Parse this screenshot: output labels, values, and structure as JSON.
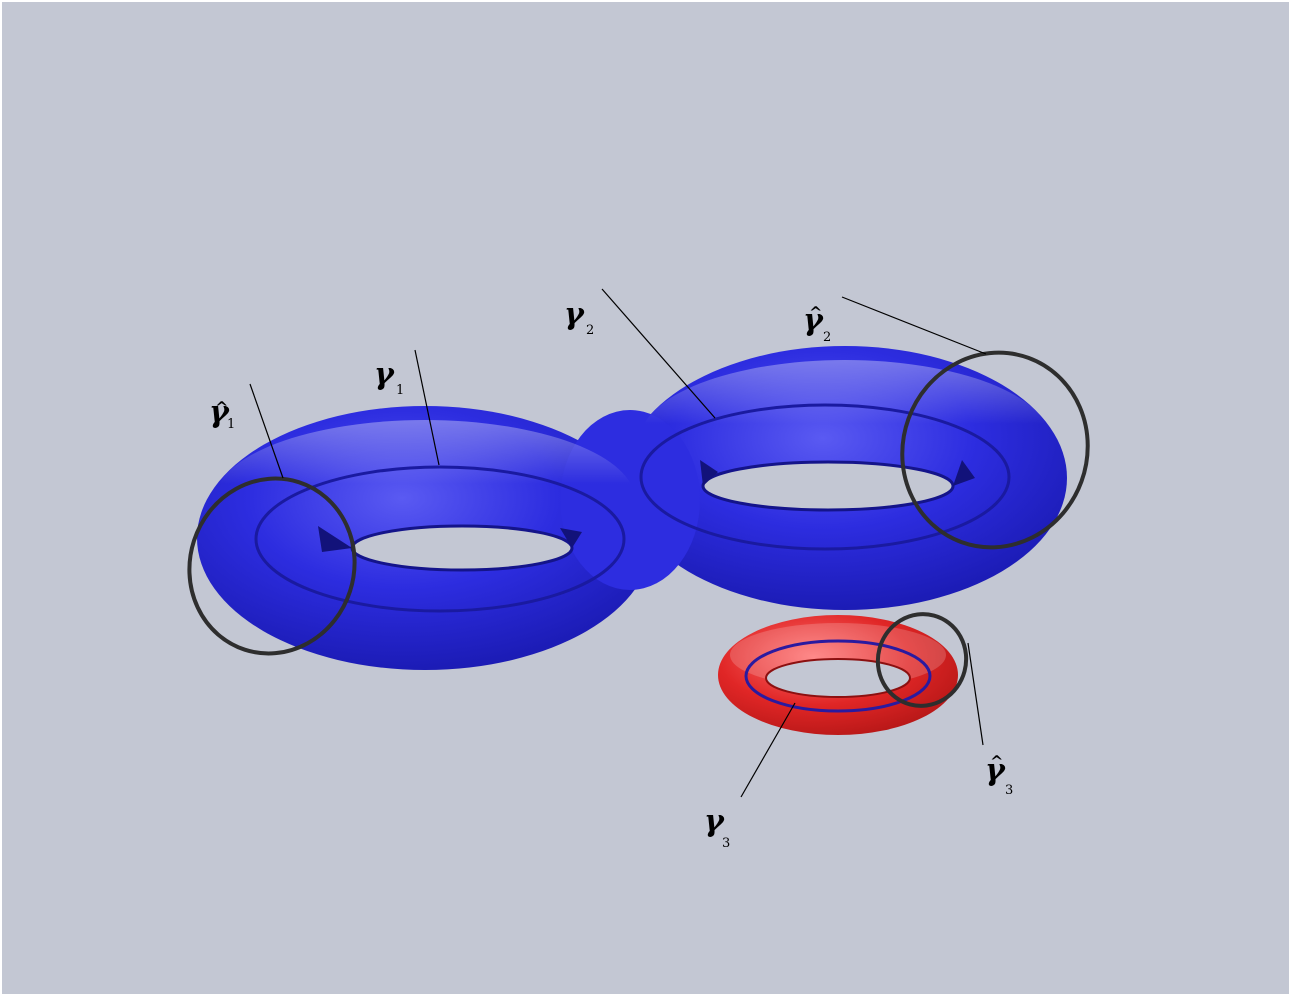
{
  "colors": {
    "background": "#c3c7d3",
    "genus_two_surface": "#2a2ad6",
    "torus": "#d91c1c",
    "meridian_curves": "#1a1aa0",
    "longitude_curves": "#2e2e2e",
    "leader_lines": "#000000"
  },
  "labels": {
    "gamma": "γ",
    "hat": "^",
    "gamma1_sub": "1",
    "gamma2_sub": "2",
    "gamma3_sub": "3",
    "gammahat1_sub": "1",
    "gammahat2_sub": "2",
    "gammahat3_sub": "3"
  },
  "icons": {
    "surface": "genus-two-surface",
    "torus": "torus"
  }
}
